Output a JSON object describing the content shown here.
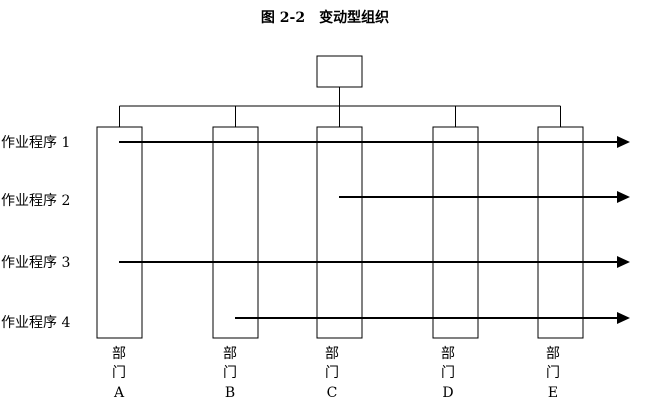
{
  "diagram": {
    "title": "图 2-2　变动型组织",
    "departments": [
      {
        "char1": "部",
        "char2": "门",
        "letter": "A"
      },
      {
        "char1": "部",
        "char2": "门",
        "letter": "B"
      },
      {
        "char1": "部",
        "char2": "门",
        "letter": "C"
      },
      {
        "char1": "部",
        "char2": "门",
        "letter": "D"
      },
      {
        "char1": "部",
        "char2": "门",
        "letter": "E"
      }
    ],
    "processes": [
      {
        "label": "作业程序 1",
        "start_department": "A"
      },
      {
        "label": "作业程序 2",
        "start_department": "C"
      },
      {
        "label": "作业程序 3",
        "start_department": "A"
      },
      {
        "label": "作业程序 4",
        "start_department": "B"
      }
    ],
    "colors": {
      "line": "#000000",
      "background": "#ffffff"
    }
  }
}
